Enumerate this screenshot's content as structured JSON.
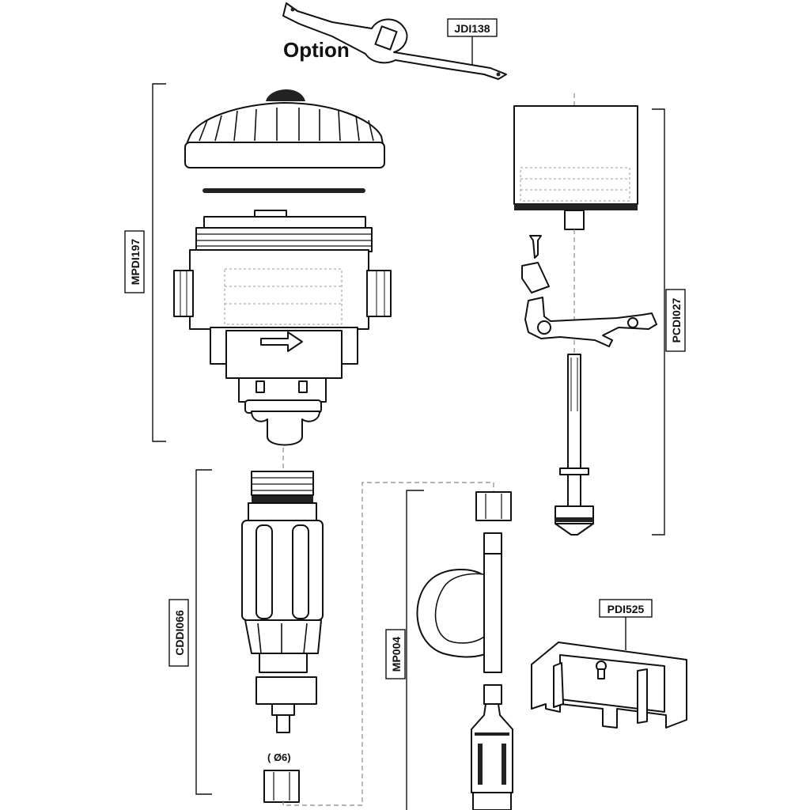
{
  "option_heading": "Option",
  "parts": {
    "wrench": "JDI138",
    "pump_body": "MPDI197",
    "motor_piston": "PCDI027",
    "dosing_assembly": "CDDI066",
    "suction_kit": "MP004",
    "wall_bracket": "PDI525"
  },
  "tube_diameter": "( Ø6)"
}
